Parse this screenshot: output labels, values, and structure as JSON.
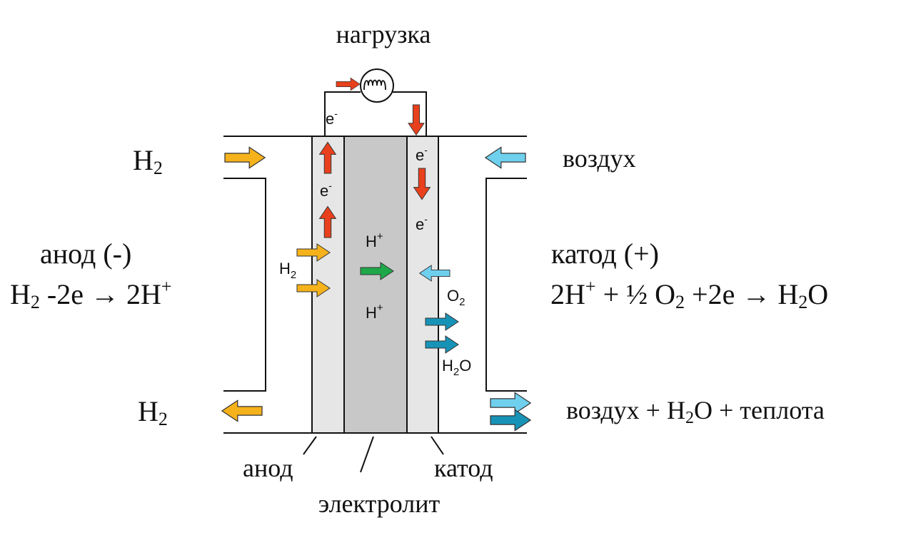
{
  "load_label": "нагрузка",
  "anode_side": {
    "inlet": {
      "base": "H",
      "sub": "2"
    },
    "outlet": {
      "base": "H",
      "sub": "2"
    },
    "title": "анод (-)",
    "reaction": {
      "t1": "H",
      "s1": "2",
      "t2": " -2e ",
      "arrow": "→",
      "t3": " 2H",
      "sup": "+"
    }
  },
  "cathode_side": {
    "inlet": "воздух",
    "outlet": {
      "t1": "воздух + H",
      "s1": "2",
      "t2": "O + теплота"
    },
    "title": "катод (+)",
    "reaction": {
      "t1": "2H",
      "sup": "+",
      "t2": " + ½ O",
      "s1": "2",
      "t3": " +2e ",
      "arrow": "→",
      "t4": " H",
      "s2": "2",
      "t5": "O"
    }
  },
  "inner_labels": {
    "electron": {
      "base": "e",
      "sup": "-"
    },
    "proton": {
      "base": "H",
      "sup": "+"
    },
    "h2": {
      "base": "H",
      "sub": "2"
    },
    "o2": {
      "base": "O",
      "sub": "2"
    },
    "water": {
      "t1": "H",
      "s1": "2",
      "t2": "O"
    }
  },
  "bottom_labels": {
    "anode": "анод",
    "electrolyte": "электролит",
    "cathode": "катод"
  },
  "colors": {
    "electron_arrow": "#e8401c",
    "hydrogen_arrow": "#f5b21b",
    "proton_arrow": "#1fa84a",
    "oxygen_arrow": "#6fd0ee",
    "water_arrow": "#1893b8",
    "electrode": "#e6e6e6",
    "electrolyte": "#c8c8c8"
  },
  "icons": [
    "load-coil-icon"
  ]
}
